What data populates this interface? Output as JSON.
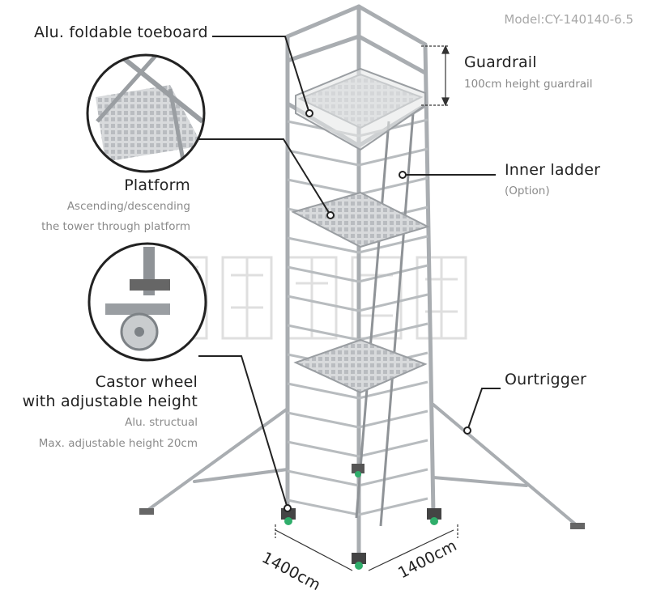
{
  "model": "Model:CY-140140-6.5",
  "labels": {
    "toeboard": "Alu. foldable toeboard",
    "guardrail": "Guardrail",
    "guardrail_desc": "100cm height guardrail",
    "platform": "Platform",
    "platform_desc1": "Ascending/descending",
    "platform_desc2": "the tower through platform",
    "inner_ladder": "Inner ladder",
    "inner_ladder_desc": "(Option)",
    "castor_line1": "Castor wheel",
    "castor_line2": "with adjustable height",
    "castor_desc1": "Alu. structual",
    "castor_desc2": "Max. adjustable height 20cm",
    "outrigger": "Ourtrigger"
  },
  "dimensions": {
    "left": "1400cm",
    "right": "1400cm"
  },
  "colors": {
    "tube": "#a9adb1",
    "tube_dark": "#7d8286",
    "text": "#222222",
    "muted": "#8a8a8a",
    "wheel_accent": "#2fae6b"
  }
}
